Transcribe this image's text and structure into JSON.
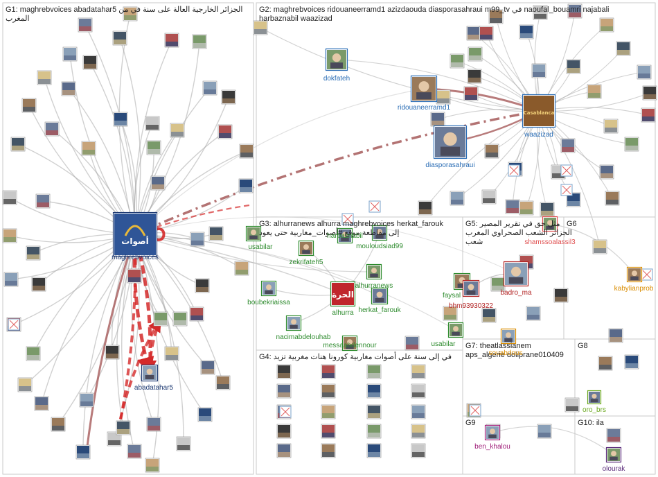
{
  "groups": [
    {
      "id": "G1",
      "title_lines": [
        "G1: maghrebvoices abadatahar5 الجزائر الخارجية العالة على سنة في من",
        "المغرب"
      ]
    },
    {
      "id": "G2",
      "title_lines": [
        "G2: maghrebvoices ridouaneerramd1 azizdaouda diasporasahraui m99_tv في naoufal_bouamri najabali",
        "harbaznabil waazizad"
      ]
    },
    {
      "id": "G3",
      "title_lines": [
        "G3: alhurranews alhurra maghrebvoices herkat_farouk",
        "إلى مقاطعة موقع #أصوات_مغاربية حتى يعود"
      ]
    },
    {
      "id": "G4",
      "title_lines": [
        "G4: في إلى سنة على أصوات مغاربية كورونا هنات مغربية تزيد"
      ]
    },
    {
      "id": "G5",
      "title_lines": [
        "G5: مثل حق في تقرير المصير",
        "الجزائر الشعب الصحراوي المغرب",
        "شعب"
      ]
    },
    {
      "id": "G6",
      "title_lines": [
        "G6"
      ]
    },
    {
      "id": "G7",
      "title_lines": [
        "G7: theatlassianem",
        "aps_algerie doliprane010409"
      ]
    },
    {
      "id": "G8",
      "title_lines": [
        "G8"
      ]
    },
    {
      "id": "G9",
      "title_lines": [
        "G9"
      ]
    },
    {
      "id": "G10",
      "title_lines": [
        "G10: ila"
      ]
    }
  ],
  "labeled_nodes": [
    {
      "id": "maghrebvoices",
      "label": "maghrebvoices",
      "color": "#1f3b73",
      "logo_text": "أصوات",
      "logo_bg": "#2f5597"
    },
    {
      "id": "abadatahar5",
      "label": "abadatahar5",
      "color": "#1f3b73"
    },
    {
      "id": "dokfateh",
      "label": "dokfateh",
      "color": "#2a6db5"
    },
    {
      "id": "ridouaneerramd1",
      "label": "ridouaneerramd1",
      "color": "#2a6db5"
    },
    {
      "id": "diasporasahraui",
      "label": "diasporasahraui",
      "color": "#2a6db5"
    },
    {
      "id": "waazizad",
      "label": "waazizad",
      "color": "#2a6db5",
      "logo_text": "Casablanca",
      "logo_bg": "#8a5a2b"
    },
    {
      "id": "usabilar",
      "label": "usabilar",
      "color": "#2e8b2e"
    },
    {
      "id": "zekrifateh5",
      "label": "zekrifateh5",
      "color": "#2e8b2e"
    },
    {
      "id": "mouloudsiad99",
      "label": "mouloudsiad99",
      "color": "#2e8b2e"
    },
    {
      "id": "boubekriaissa",
      "label": "boubekriaissa",
      "color": "#2e8b2e"
    },
    {
      "id": "alhurranews",
      "label": "alhurranews",
      "color": "#2e8b2e"
    },
    {
      "id": "alhurra",
      "label": "alhurra",
      "color": "#2e8b2e",
      "logo_text": "الحرة",
      "logo_bg": "#c0262c"
    },
    {
      "id": "herkat_farouk",
      "label": "herkat_farouk",
      "color": "#2e8b2e"
    },
    {
      "id": "nacimabdelouhab",
      "label": "nacimabdelouhab",
      "color": "#2e8b2e"
    },
    {
      "id": "usabilar2",
      "label": "usabilar",
      "color": "#2e8b2e"
    },
    {
      "id": "faysal",
      "label": "faysal",
      "color": "#2e8b2e"
    },
    {
      "id": "bhm93930322",
      "label": "bhm93930322",
      "color": "#b22222"
    },
    {
      "id": "badro_ma",
      "label": "badro_ma",
      "color": "#b22222"
    },
    {
      "id": "shamssoalassil3",
      "label": "shamssoalassil3",
      "color": "#e05050"
    },
    {
      "id": "kabylianprob",
      "label": "kabylianprob",
      "color": "#d98c00"
    },
    {
      "id": "oro_brs",
      "label": "oro_brs",
      "color": "#6aa81e"
    },
    {
      "id": "ben_khalou",
      "label": "ben_khalou",
      "color": "#a0207a"
    },
    {
      "id": "olourak",
      "label": "olourak",
      "color": "#5a2a7a"
    },
    {
      "id": "messaabdennour",
      "label": "messaabdennour",
      "color": "#2e8b2e"
    },
    {
      "id": "herbaznabil",
      "label": "harbaznabil",
      "color": "#2e8b2e"
    },
    {
      "id": "souabdous",
      "label": "souabdous",
      "color": "#d98c00"
    }
  ],
  "colors": {
    "edge_gray": "#a9a9a9",
    "edge_red": "#d42a2a",
    "edge_brown": "#a65a5a",
    "g1_label": "#1f3b73",
    "g2_label": "#2a6db5",
    "g3_label": "#2e8b2e"
  },
  "node_tile_colors": [
    "#6b7b99",
    "#c7a47a",
    "#445566",
    "#8aa0b8",
    "#3a3a3a",
    "#b05050",
    "#7a9a6a",
    "#d7c28a",
    "#5a6a8a",
    "#9a7a5a",
    "#2a4a7a",
    "#c8c8c8"
  ],
  "broken_image_icon": "broken-image-icon"
}
